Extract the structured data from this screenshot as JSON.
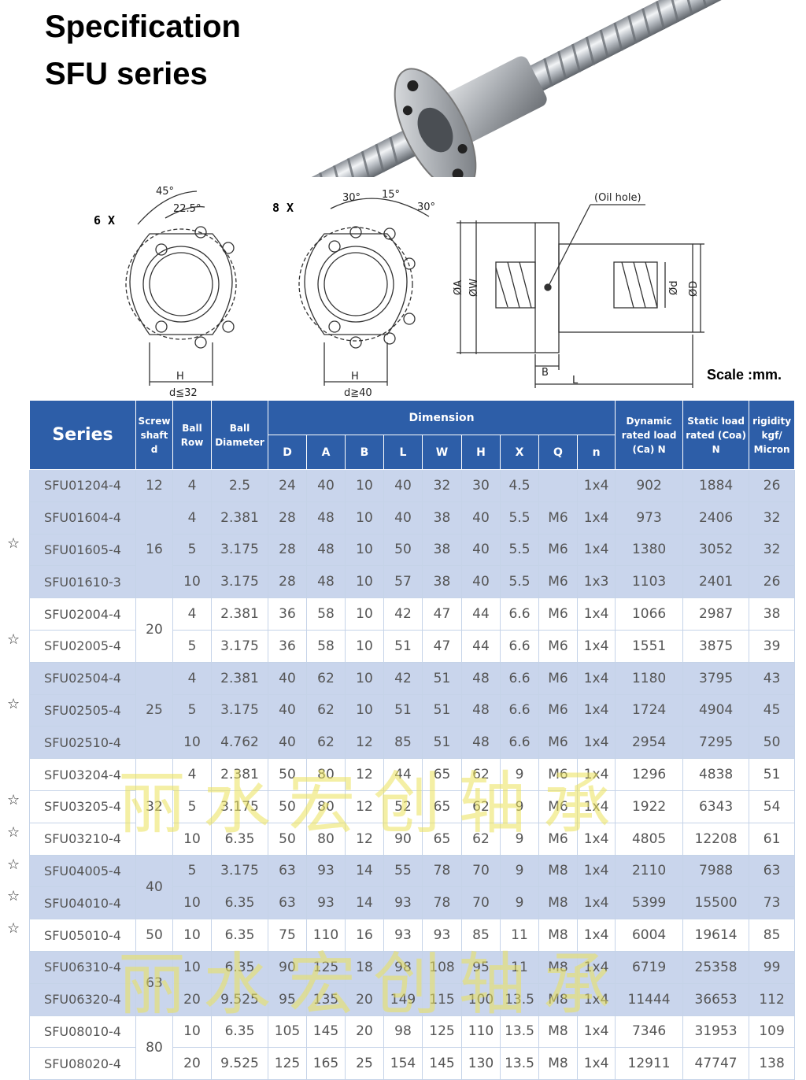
{
  "title_line1": "Specification",
  "title_line2": "SFU series",
  "drawing": {
    "label_6x": "6 X",
    "label_8x": "8 X",
    "angle_45": "45°",
    "angle_225": "22.5°",
    "angle_30a": "30°",
    "angle_15": "15°",
    "angle_30b": "30°",
    "dim_h1": "H",
    "dim_h2": "H",
    "cond1": "d≦32",
    "cond2": "d≧40",
    "oil_hole": "(Oil hole)",
    "dim_A": "ØA",
    "dim_W": "ØW",
    "dim_d": "Ød",
    "dim_D": "ØD",
    "dim_B": "B",
    "dim_L": "L"
  },
  "scale_note": "Scale :mm.",
  "table": {
    "headers": {
      "series": "Series",
      "screw_shaft": "Screw shaft d",
      "ball_row": "Ball Row",
      "ball_diameter": "Ball Diameter",
      "dimension": "Dimension",
      "dims": [
        "D",
        "A",
        "B",
        "L",
        "W",
        "H",
        "X",
        "Q",
        "n"
      ],
      "dynamic": "Dynamic rated load (Ca) N",
      "static": "Static load rated (Coa) N",
      "rigidity": "rigidity kgf/ Micron"
    },
    "rows": [
      {
        "series": "SFU01204-4",
        "d": "12",
        "row": "4",
        "ball": "2.5",
        "D": "24",
        "A": "40",
        "B": "10",
        "L": "40",
        "W": "32",
        "H": "30",
        "X": "4.5",
        "Q": "",
        "n": "1x4",
        "ca": "902",
        "coa": "1884",
        "rig": "26",
        "star": ""
      },
      {
        "series": "SFU01604-4",
        "d": "16",
        "row": "4",
        "ball": "2.381",
        "D": "28",
        "A": "48",
        "B": "10",
        "L": "40",
        "W": "38",
        "H": "40",
        "X": "5.5",
        "Q": "M6",
        "n": "1x4",
        "ca": "973",
        "coa": "2406",
        "rig": "32",
        "star": ""
      },
      {
        "series": "SFU01605-4",
        "d": "",
        "row": "5",
        "ball": "3.175",
        "D": "28",
        "A": "48",
        "B": "10",
        "L": "50",
        "W": "38",
        "H": "40",
        "X": "5.5",
        "Q": "M6",
        "n": "1x4",
        "ca": "1380",
        "coa": "3052",
        "rig": "32",
        "star": "☆"
      },
      {
        "series": "SFU01610-3",
        "d": "",
        "row": "10",
        "ball": "3.175",
        "D": "28",
        "A": "48",
        "B": "10",
        "L": "57",
        "W": "38",
        "H": "40",
        "X": "5.5",
        "Q": "M6",
        "n": "1x3",
        "ca": "1103",
        "coa": "2401",
        "rig": "26",
        "star": ""
      },
      {
        "series": "SFU02004-4",
        "d": "20",
        "row": "4",
        "ball": "2.381",
        "D": "36",
        "A": "58",
        "B": "10",
        "L": "42",
        "W": "47",
        "H": "44",
        "X": "6.6",
        "Q": "M6",
        "n": "1x4",
        "ca": "1066",
        "coa": "2987",
        "rig": "38",
        "star": ""
      },
      {
        "series": "SFU02005-4",
        "d": "",
        "row": "5",
        "ball": "3.175",
        "D": "36",
        "A": "58",
        "B": "10",
        "L": "51",
        "W": "47",
        "H": "44",
        "X": "6.6",
        "Q": "M6",
        "n": "1x4",
        "ca": "1551",
        "coa": "3875",
        "rig": "39",
        "star": "☆"
      },
      {
        "series": "SFU02504-4",
        "d": "25",
        "row": "4",
        "ball": "2.381",
        "D": "40",
        "A": "62",
        "B": "10",
        "L": "42",
        "W": "51",
        "H": "48",
        "X": "6.6",
        "Q": "M6",
        "n": "1x4",
        "ca": "1180",
        "coa": "3795",
        "rig": "43",
        "star": ""
      },
      {
        "series": "SFU02505-4",
        "d": "",
        "row": "5",
        "ball": "3.175",
        "D": "40",
        "A": "62",
        "B": "10",
        "L": "51",
        "W": "51",
        "H": "48",
        "X": "6.6",
        "Q": "M6",
        "n": "1x4",
        "ca": "1724",
        "coa": "4904",
        "rig": "45",
        "star": "☆"
      },
      {
        "series": "SFU02510-4",
        "d": "",
        "row": "10",
        "ball": "4.762",
        "D": "40",
        "A": "62",
        "B": "12",
        "L": "85",
        "W": "51",
        "H": "48",
        "X": "6.6",
        "Q": "M6",
        "n": "1x4",
        "ca": "2954",
        "coa": "7295",
        "rig": "50",
        "star": ""
      },
      {
        "series": "SFU03204-4",
        "d": "32",
        "row": "4",
        "ball": "2.381",
        "D": "50",
        "A": "80",
        "B": "12",
        "L": "44",
        "W": "65",
        "H": "62",
        "X": "9",
        "Q": "M6",
        "n": "1x4",
        "ca": "1296",
        "coa": "4838",
        "rig": "51",
        "star": ""
      },
      {
        "series": "SFU03205-4",
        "d": "",
        "row": "5",
        "ball": "3.175",
        "D": "50",
        "A": "80",
        "B": "12",
        "L": "52",
        "W": "65",
        "H": "62",
        "X": "9",
        "Q": "M6",
        "n": "1x4",
        "ca": "1922",
        "coa": "6343",
        "rig": "54",
        "star": "☆"
      },
      {
        "series": "SFU03210-4",
        "d": "",
        "row": "10",
        "ball": "6.35",
        "D": "50",
        "A": "80",
        "B": "12",
        "L": "90",
        "W": "65",
        "H": "62",
        "X": "9",
        "Q": "M6",
        "n": "1x4",
        "ca": "4805",
        "coa": "12208",
        "rig": "61",
        "star": "☆"
      },
      {
        "series": "SFU04005-4",
        "d": "40",
        "row": "5",
        "ball": "3.175",
        "D": "63",
        "A": "93",
        "B": "14",
        "L": "55",
        "W": "78",
        "H": "70",
        "X": "9",
        "Q": "M8",
        "n": "1x4",
        "ca": "2110",
        "coa": "7988",
        "rig": "63",
        "star": "☆"
      },
      {
        "series": "SFU04010-4",
        "d": "",
        "row": "10",
        "ball": "6.35",
        "D": "63",
        "A": "93",
        "B": "14",
        "L": "93",
        "W": "78",
        "H": "70",
        "X": "9",
        "Q": "M8",
        "n": "1x4",
        "ca": "5399",
        "coa": "15500",
        "rig": "73",
        "star": "☆"
      },
      {
        "series": "SFU05010-4",
        "d": "50",
        "row": "10",
        "ball": "6.35",
        "D": "75",
        "A": "110",
        "B": "16",
        "L": "93",
        "W": "93",
        "H": "85",
        "X": "11",
        "Q": "M8",
        "n": "1x4",
        "ca": "6004",
        "coa": "19614",
        "rig": "85",
        "star": "☆"
      },
      {
        "series": "SFU06310-4",
        "d": "63",
        "row": "10",
        "ball": "6.35",
        "D": "90",
        "A": "125",
        "B": "18",
        "L": "98",
        "W": "108",
        "H": "95",
        "X": "11",
        "Q": "M8",
        "n": "1x4",
        "ca": "6719",
        "coa": "25358",
        "rig": "99",
        "star": ""
      },
      {
        "series": "SFU06320-4",
        "d": "",
        "row": "20",
        "ball": "9.525",
        "D": "95",
        "A": "135",
        "B": "20",
        "L": "149",
        "W": "115",
        "H": "100",
        "X": "13.5",
        "Q": "M8",
        "n": "1x4",
        "ca": "11444",
        "coa": "36653",
        "rig": "112",
        "star": ""
      },
      {
        "series": "SFU08010-4",
        "d": "80",
        "row": "10",
        "ball": "6.35",
        "D": "105",
        "A": "145",
        "B": "20",
        "L": "98",
        "W": "125",
        "H": "110",
        "X": "13.5",
        "Q": "M8",
        "n": "1x4",
        "ca": "7346",
        "coa": "31953",
        "rig": "109",
        "star": ""
      },
      {
        "series": "SFU08020-4",
        "d": "",
        "row": "20",
        "ball": "9.525",
        "D": "125",
        "A": "165",
        "B": "25",
        "L": "154",
        "W": "145",
        "H": "130",
        "X": "13.5",
        "Q": "M8",
        "n": "1x4",
        "ca": "12911",
        "coa": "47747",
        "rig": "138",
        "star": ""
      }
    ]
  },
  "watermark": "丽水宏创轴承"
}
